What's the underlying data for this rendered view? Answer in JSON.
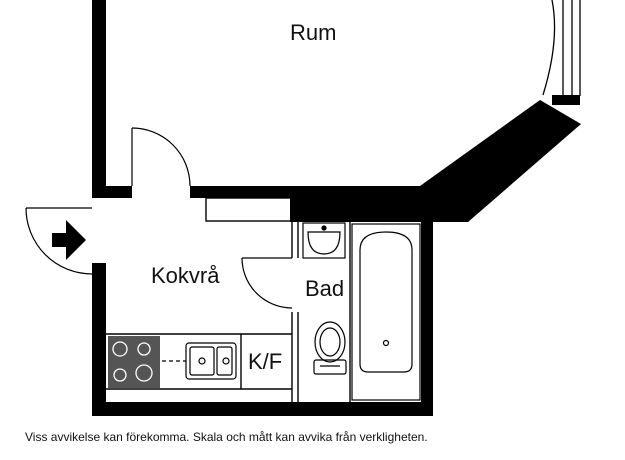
{
  "rooms": {
    "rum": "Rum",
    "kokvra": "Kokvrå",
    "bad": "Bad",
    "kf": "K/F"
  },
  "disclaimer": "Viss avvikelse kan förekomma. Skala och mått kan avvika från verkligheten.",
  "colors": {
    "wall": "#000000",
    "background": "#ffffff",
    "appliance": "#555555"
  },
  "icons": [
    "entrance-arrow-icon",
    "stove-icon",
    "sink-icon",
    "bathtub-icon",
    "toilet-icon",
    "washbasin-icon"
  ]
}
